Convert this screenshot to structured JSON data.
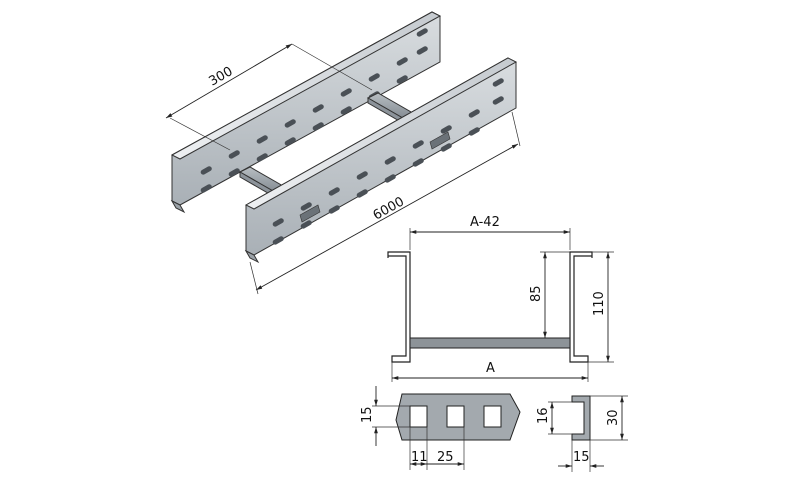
{
  "drawing": {
    "isometric": {
      "width_label": "300",
      "length_label": "6000"
    },
    "cross_section": {
      "top_label": "A-42",
      "height_85_label": "85",
      "height_110_label": "110",
      "base_label": "A"
    },
    "slot_detail": {
      "height_label": "15",
      "gap_label": "11",
      "pitch_label": "25"
    },
    "profile_detail": {
      "inner_label": "16",
      "outer_label": "30",
      "width_label": "15"
    }
  }
}
